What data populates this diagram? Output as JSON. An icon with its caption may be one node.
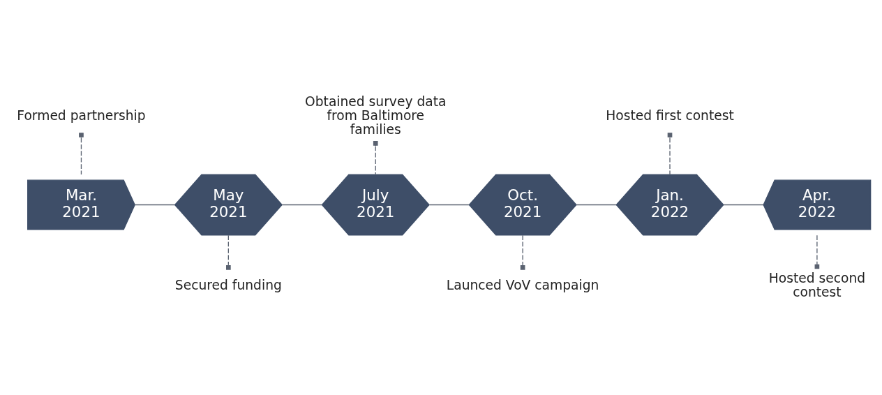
{
  "diagram": {
    "nodes": [
      {
        "text": [
          "Mar. 2021"
        ]
      },
      {
        "text": [
          "May 2021"
        ]
      },
      {
        "text": [
          "July 2021"
        ]
      },
      {
        "text": [
          "Oct. 2021"
        ]
      },
      {
        "text": [
          "Jan. 2022"
        ]
      },
      {
        "text": [
          "Apr. 2022"
        ]
      },
      {
        "text": [
          "Formed partnership"
        ]
      },
      {
        "text": [
          "Secured funding"
        ]
      },
      {
        "text": [
          "Obtained survey data from Baltimore families"
        ]
      },
      {
        "text": [
          "Launced VoV campaign"
        ]
      },
      {
        "text": [
          "Hosted first contest"
        ]
      },
      {
        "text": [
          "Hosted second contest"
        ]
      }
    ],
    "edges": [
      {
        "from": 0,
        "to": 1,
        "arrow": "none"
      },
      {
        "from": 1,
        "to": 2,
        "arrow": "none"
      },
      {
        "from": 2,
        "to": 3,
        "arrow": "none"
      },
      {
        "from": 3,
        "to": 4,
        "arrow": "none"
      },
      {
        "from": 4,
        "to": 5,
        "arrow": "none"
      },
      {
        "from": 6,
        "to": 0,
        "arrow": "other",
        "style": "dashed"
      },
      {
        "from": 7,
        "to": 1,
        "arrow": "other",
        "style": "dashed"
      },
      {
        "from": 8,
        "to": 2,
        "arrow": "other",
        "style": "dashed"
      },
      {
        "from": 9,
        "to": 3,
        "arrow": "other",
        "style": "dashed"
      },
      {
        "from": 10,
        "to": 4,
        "arrow": "other",
        "style": "dashed"
      },
      {
        "from": 11,
        "to": 5,
        "arrow": "other",
        "style": "dashed"
      }
    ]
  }
}
